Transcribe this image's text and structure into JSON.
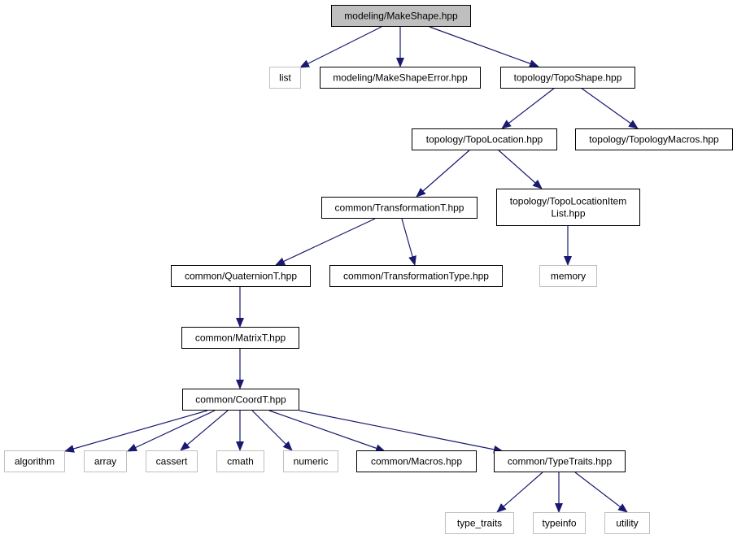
{
  "colors": {
    "root_fill": "#bfbfbf",
    "internal_border": "#000000",
    "external_border": "#bfbfbf",
    "edge": "#191970",
    "text": "#000000",
    "background": "#ffffff"
  },
  "nodes": {
    "make_shape": {
      "label": [
        "modeling/MakeShape.hpp"
      ],
      "kind": "root"
    },
    "list": {
      "label": [
        "list"
      ],
      "kind": "external"
    },
    "make_shape_error": {
      "label": [
        "modeling/MakeShapeError.hpp"
      ],
      "kind": "internal"
    },
    "topo_shape": {
      "label": [
        "topology/TopoShape.hpp"
      ],
      "kind": "internal"
    },
    "topo_location": {
      "label": [
        "topology/TopoLocation.hpp"
      ],
      "kind": "internal"
    },
    "topology_macros": {
      "label": [
        "topology/TopologyMacros.hpp"
      ],
      "kind": "internal"
    },
    "transformation_t": {
      "label": [
        "common/TransformationT.hpp"
      ],
      "kind": "internal"
    },
    "topo_location_item_list": {
      "label": [
        "topology/TopoLocationItem",
        "List.hpp"
      ],
      "kind": "internal"
    },
    "quaternion_t": {
      "label": [
        "common/QuaternionT.hpp"
      ],
      "kind": "internal"
    },
    "transformation_type": {
      "label": [
        "common/TransformationType.hpp"
      ],
      "kind": "internal"
    },
    "memory": {
      "label": [
        "memory"
      ],
      "kind": "external"
    },
    "matrix_t": {
      "label": [
        "common/MatrixT.hpp"
      ],
      "kind": "internal"
    },
    "coord_t": {
      "label": [
        "common/CoordT.hpp"
      ],
      "kind": "internal"
    },
    "algorithm": {
      "label": [
        "algorithm"
      ],
      "kind": "external"
    },
    "array": {
      "label": [
        "array"
      ],
      "kind": "external"
    },
    "cassert": {
      "label": [
        "cassert"
      ],
      "kind": "external"
    },
    "cmath": {
      "label": [
        "cmath"
      ],
      "kind": "external"
    },
    "numeric": {
      "label": [
        "numeric"
      ],
      "kind": "external"
    },
    "macros": {
      "label": [
        "common/Macros.hpp"
      ],
      "kind": "internal"
    },
    "type_traits_hpp": {
      "label": [
        "common/TypeTraits.hpp"
      ],
      "kind": "internal"
    },
    "type_traits": {
      "label": [
        "type_traits"
      ],
      "kind": "external"
    },
    "typeinfo": {
      "label": [
        "typeinfo"
      ],
      "kind": "external"
    },
    "utility": {
      "label": [
        "utility"
      ],
      "kind": "external"
    }
  },
  "edges": [
    [
      "make_shape",
      "list"
    ],
    [
      "make_shape",
      "make_shape_error"
    ],
    [
      "make_shape",
      "topo_shape"
    ],
    [
      "topo_shape",
      "topo_location"
    ],
    [
      "topo_shape",
      "topology_macros"
    ],
    [
      "topo_location",
      "transformation_t"
    ],
    [
      "topo_location",
      "topo_location_item_list"
    ],
    [
      "transformation_t",
      "quaternion_t"
    ],
    [
      "transformation_t",
      "transformation_type"
    ],
    [
      "topo_location_item_list",
      "memory"
    ],
    [
      "quaternion_t",
      "matrix_t"
    ],
    [
      "matrix_t",
      "coord_t"
    ],
    [
      "coord_t",
      "algorithm"
    ],
    [
      "coord_t",
      "array"
    ],
    [
      "coord_t",
      "cassert"
    ],
    [
      "coord_t",
      "cmath"
    ],
    [
      "coord_t",
      "numeric"
    ],
    [
      "coord_t",
      "macros"
    ],
    [
      "coord_t",
      "type_traits_hpp"
    ],
    [
      "type_traits_hpp",
      "type_traits"
    ],
    [
      "type_traits_hpp",
      "typeinfo"
    ],
    [
      "type_traits_hpp",
      "utility"
    ]
  ]
}
